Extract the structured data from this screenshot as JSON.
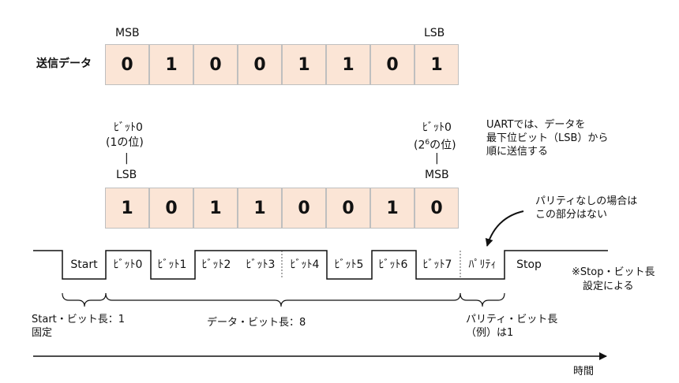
{
  "top": {
    "msb_label": "MSB",
    "lsb_label": "LSB",
    "row_label": "送信データ",
    "bits": [
      "0",
      "1",
      "0",
      "0",
      "1",
      "1",
      "0",
      "1"
    ]
  },
  "bottom": {
    "left_line1": "ﾋﾞｯﾄ0",
    "left_line2": "(1の位)",
    "left_line3": "|",
    "left_line4": "LSB",
    "right_line1": "ﾋﾞｯﾄ0",
    "right_line2_pre": "(2",
    "right_line2_sup": "6",
    "right_line2_post": "の位)",
    "right_line3": "|",
    "right_line4": "MSB",
    "bits": [
      "1",
      "0",
      "1",
      "1",
      "0",
      "0",
      "1",
      "0"
    ]
  },
  "note_uart": [
    "UARTでは、データを",
    "最下位ビット（LSB）から",
    "順に送信する"
  ],
  "note_parity": [
    "パリティなしの場合は",
    "この部分はない"
  ],
  "timing": {
    "segments": [
      "Start",
      "ﾋﾞｯﾄ0",
      "ﾋﾞｯﾄ1",
      "ﾋﾞｯﾄ2",
      "ﾋﾞｯﾄ3",
      "ﾋﾞｯﾄ4",
      "ﾋﾞｯﾄ5",
      "ﾋﾞｯﾄ6",
      "ﾋﾞｯﾄ7",
      "ﾊﾟﾘﾃｨ",
      "Stop"
    ],
    "stop_note": [
      "※Stop・ビット長",
      "設定による"
    ]
  },
  "braces": {
    "start": [
      "Start・ビット長：1",
      "固定"
    ],
    "data": "データ・ビット長：8",
    "parity": [
      "パリティ・ビット長",
      "（例）は1"
    ]
  },
  "axis_label": "時間"
}
